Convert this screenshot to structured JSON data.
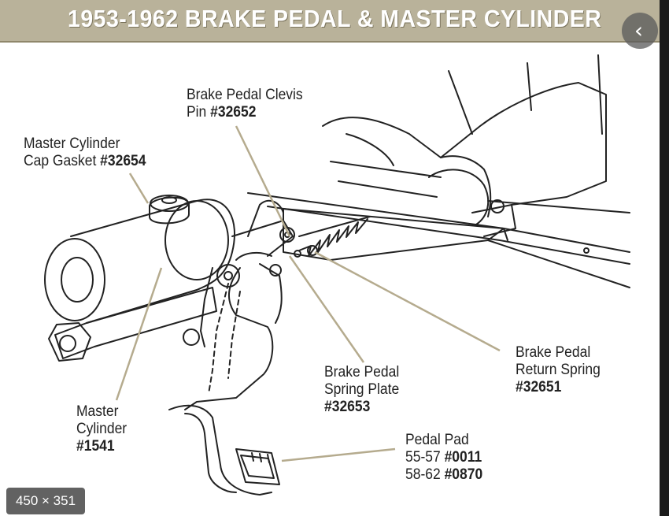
{
  "title": "1953-1962 BRAKE PEDAL & MASTER CYLINDER",
  "back_icon": "chevron-left-icon",
  "image_size_badge": "450 × 351",
  "labels": {
    "clevis_pin": {
      "line1": "Brake Pedal Clevis",
      "line2_text": "Pin ",
      "part": "#32652"
    },
    "cap_gasket": {
      "line1": "Master Cylinder",
      "line2_text": "Cap Gasket ",
      "part": "#32654"
    },
    "return_spring": {
      "line1": "Brake Pedal",
      "line2": "Return Spring",
      "part": "#32651"
    },
    "spring_plate": {
      "line1": "Brake Pedal",
      "line2": "Spring Plate",
      "part": "#32653"
    },
    "master_cylinder": {
      "line1": "Master",
      "line2": "Cylinder",
      "part": "#1541"
    },
    "pedal_pad": {
      "line1": "Pedal Pad",
      "line2_text": "55-57 ",
      "part_a": "#0011",
      "line3_text": "58-62 ",
      "part_b": "#0870"
    }
  },
  "colors": {
    "title_bar": "#b9b29a",
    "leader_line": "#b5ab8e",
    "ink": "#222222"
  }
}
